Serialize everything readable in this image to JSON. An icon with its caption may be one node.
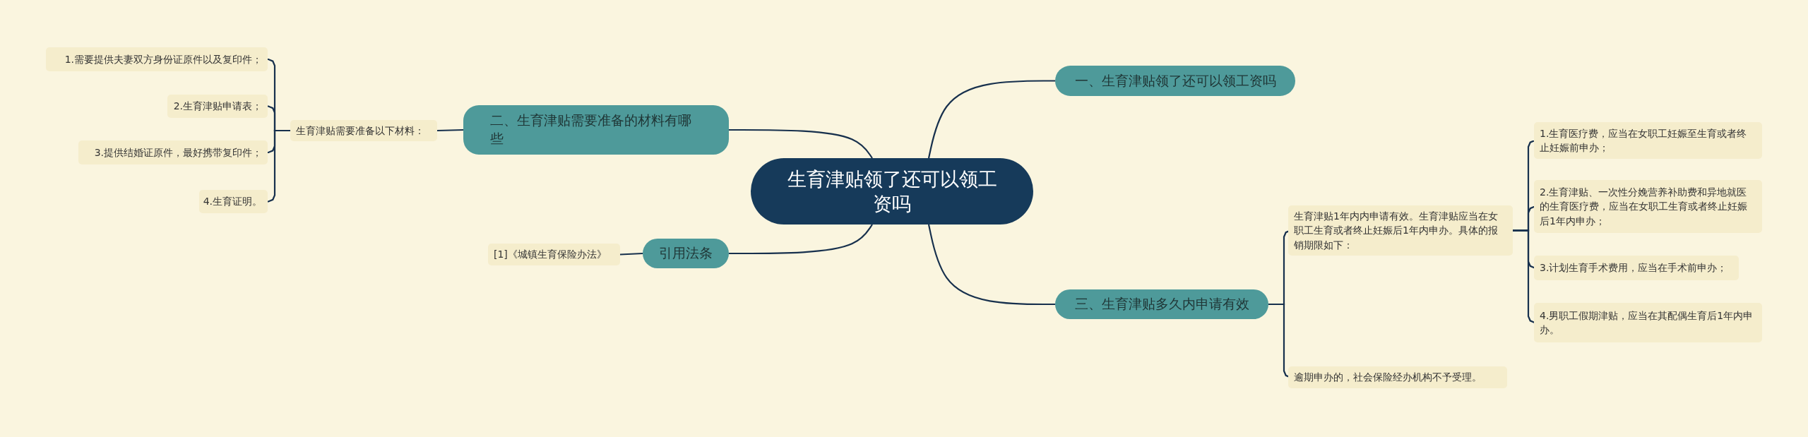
{
  "diagram": {
    "nodes": [
      {
        "text": [
          "生育津贴领了还可以领工资吗"
        ]
      },
      {
        "text": [
          "一、生育津贴领了还可以领工资吗"
        ]
      },
      {
        "text": [
          "二、生育津贴需要准备的材料有哪些"
        ]
      },
      {
        "text": [
          "生育津贴需要准备以下材料："
        ]
      },
      {
        "text": [
          "1.需要提供夫妻双方身份证原件以及复印件；"
        ]
      },
      {
        "text": [
          "2.生育津贴申请表；"
        ]
      },
      {
        "text": [
          "3.提供结婚证原件，最好携带复印件；"
        ]
      },
      {
        "text": [
          "4.生育证明。"
        ]
      },
      {
        "text": [
          "引用法条"
        ]
      },
      {
        "text": [
          "[1]《城镇生育保险办法》"
        ]
      },
      {
        "text": [
          "三、生育津贴多久内申请有效"
        ]
      },
      {
        "text": [
          "生育津贴1年内内申请有效。生育津贴应当在女职工生育或者终止妊娠后1年内申办。具体的报销期限如下："
        ]
      },
      {
        "text": [
          "1.生育医疗费，应当在女职工妊娠至生育或者终止妊娠前申办；"
        ]
      },
      {
        "text": [
          "2.生育津贴、一次性分娩营养补助费和异地就医的生育医疗费，应当在女职工生育或者终止妊娠后1年内申办；"
        ]
      },
      {
        "text": [
          "3.计划生育手术费用，应当在手术前申办；"
        ]
      },
      {
        "text": [
          "4.男职工假期津贴，应当在其配偶生育后1年内申办。"
        ]
      },
      {
        "text": [
          "逾期申办的，社会保险经办机构不予受理。"
        ]
      }
    ],
    "edges": [
      {
        "from": 0,
        "to": 1,
        "arrow": "none"
      },
      {
        "from": 0,
        "to": 2,
        "arrow": "none"
      },
      {
        "from": 2,
        "to": 3,
        "arrow": "none"
      },
      {
        "from": 3,
        "to": 4,
        "arrow": "none"
      },
      {
        "from": 3,
        "to": 5,
        "arrow": "none"
      },
      {
        "from": 3,
        "to": 6,
        "arrow": "none"
      },
      {
        "from": 3,
        "to": 7,
        "arrow": "none"
      },
      {
        "from": 0,
        "to": 8,
        "arrow": "none"
      },
      {
        "from": 8,
        "to": 9,
        "arrow": "none"
      },
      {
        "from": 0,
        "to": 10,
        "arrow": "none"
      },
      {
        "from": 10,
        "to": 11,
        "arrow": "none"
      },
      {
        "from": 11,
        "to": 12,
        "arrow": "none"
      },
      {
        "from": 11,
        "to": 13,
        "arrow": "none"
      },
      {
        "from": 11,
        "to": 14,
        "arrow": "none"
      },
      {
        "from": 11,
        "to": 15,
        "arrow": "none"
      },
      {
        "from": 10,
        "to": 16,
        "arrow": "none"
      }
    ]
  }
}
